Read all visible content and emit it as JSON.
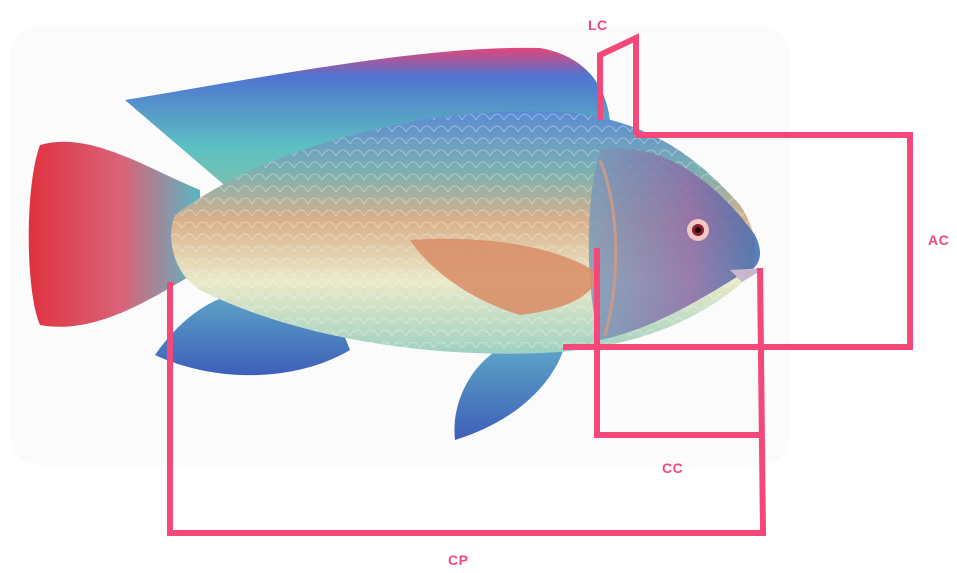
{
  "labels": {
    "lc": "LC",
    "ac": "AC",
    "cc": "CC",
    "cp": "CP"
  },
  "colors": {
    "annotation": "#f4477a",
    "background": "#ffffff"
  },
  "illustration": {
    "subject": "fish-icon"
  }
}
